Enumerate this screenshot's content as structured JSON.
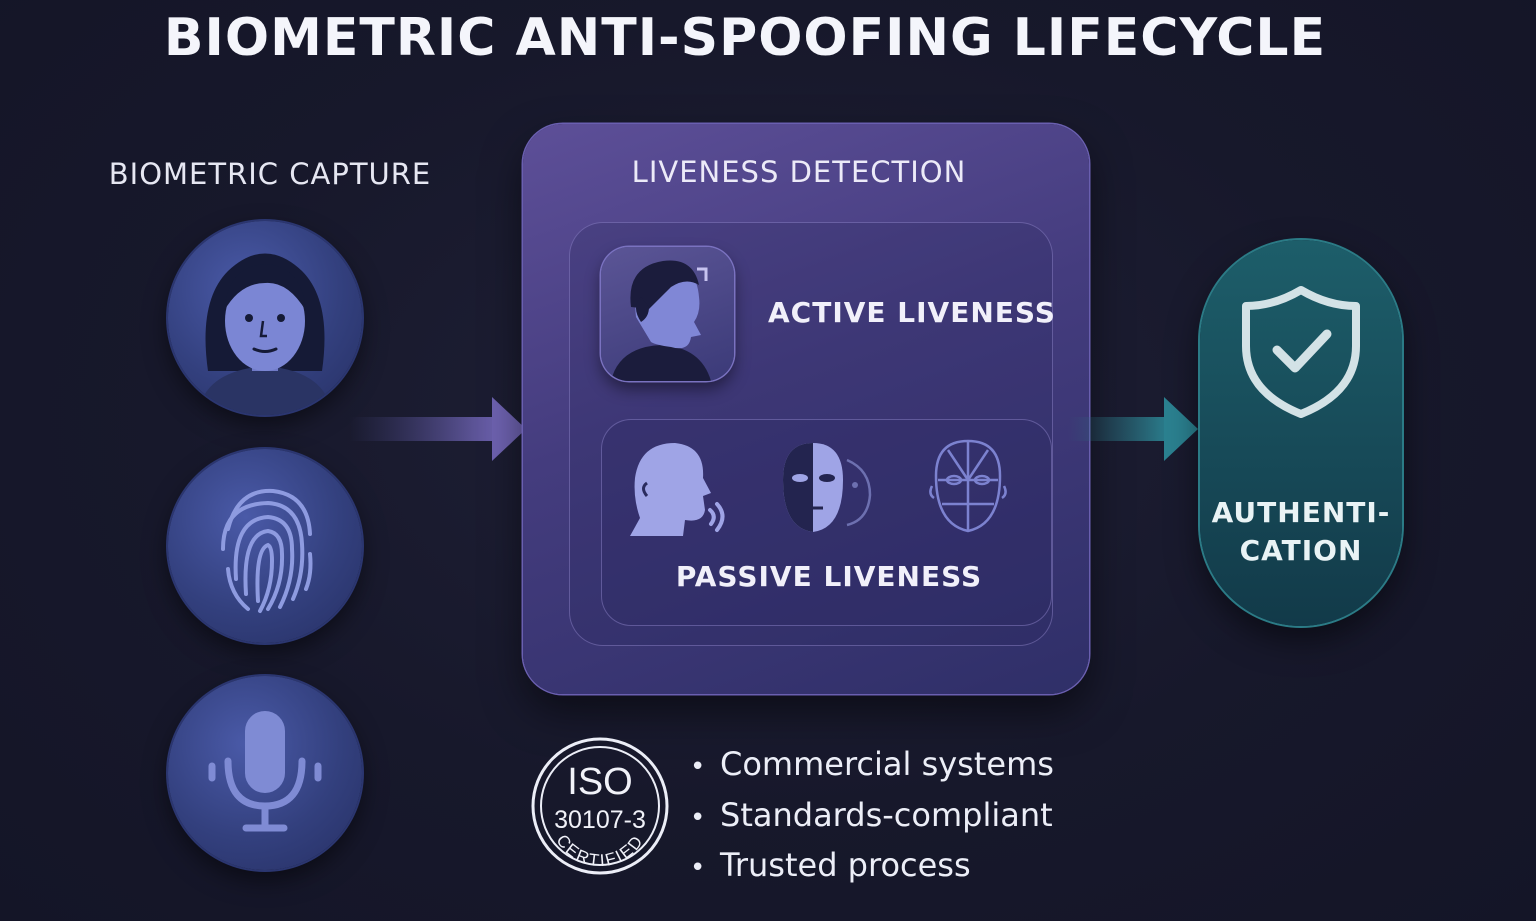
{
  "title": "BIOMETRIC ANTI-SPOOFING LIFECYCLE",
  "capture": {
    "label": "BIOMETRIC CAPTURE",
    "items": [
      {
        "icon": "woman-face-icon"
      },
      {
        "icon": "fingerprint-icon"
      },
      {
        "icon": "microphone-icon"
      }
    ]
  },
  "liveness": {
    "label": "LIVENESS DETECTION",
    "active": {
      "label": "ACTIVE LIVENESS",
      "icon": "head-turn-icon"
    },
    "passive": {
      "label": "PASSIVE LIVENESS",
      "icons": [
        "head-profile-sound-icon",
        "mask-face-icon",
        "face-mesh-icon"
      ]
    }
  },
  "authentication": {
    "label_line1": "AUTHENTI-",
    "label_line2": "CATION",
    "icon": "shield-check-icon"
  },
  "iso": {
    "line1": "ISO",
    "line2": "30107-3",
    "seal_text": "CERTIFIED",
    "bullets": [
      "Commercial systems",
      "Standards-compliant",
      "Trusted process"
    ]
  },
  "colors": {
    "background": "#17182b",
    "liveness_box": "#4a4287",
    "auth_box": "#174a58",
    "capture_circle": "#33407e"
  }
}
